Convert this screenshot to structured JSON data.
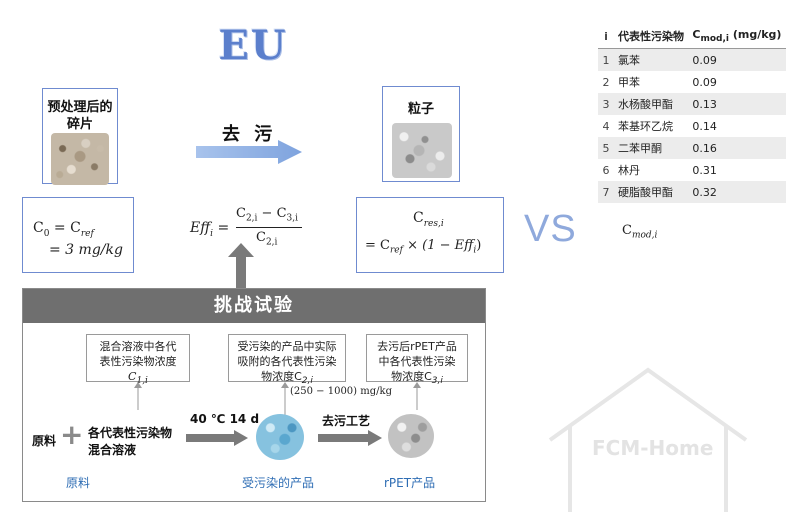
{
  "title": "EU",
  "fragments_card": {
    "title_line1": "预处理后的",
    "title_line2": "碎片"
  },
  "pellets_card": {
    "title": "粒子"
  },
  "decontam_arrow_label": "去 污",
  "formula_c0": {
    "line1_lhs": "C",
    "line1_lhs_sub": "0",
    "line1_rhs": "C",
    "line1_rhs_sub": "ref",
    "line2": "= 3 mg/kg"
  },
  "formula_eff": {
    "lhs": "Eff",
    "lhs_sub": "i",
    "num_a": "C",
    "num_a_sub": "2,i",
    "num_b": "C",
    "num_b_sub": "3,i",
    "den": "C",
    "den_sub": "2,i"
  },
  "formula_res": {
    "line1": "C",
    "line1_sub": "res,i",
    "line2_a": "= C",
    "line2_a_sub": "ref",
    "line2_b": "× (1 − Eff",
    "line2_b_sub": "i",
    "line2_c": ")"
  },
  "vs_label": "VS",
  "cmod_label": {
    "main": "C",
    "sub": "mod,i"
  },
  "table": {
    "header_idx": "i",
    "header_name": "代表性污染物",
    "header_value_main": "C",
    "header_value_sub": "mod,i",
    "header_value_unit": "(mg/kg)",
    "rows": [
      {
        "i": "1",
        "name": "氯苯",
        "value": "0.09"
      },
      {
        "i": "2",
        "name": "甲苯",
        "value": "0.09"
      },
      {
        "i": "3",
        "name": "水杨酸甲酯",
        "value": "0.13"
      },
      {
        "i": "4",
        "name": "苯基环乙烷",
        "value": "0.14"
      },
      {
        "i": "5",
        "name": "二苯甲酮",
        "value": "0.16"
      },
      {
        "i": "6",
        "name": "林丹",
        "value": "0.31"
      },
      {
        "i": "7",
        "name": "硬脂酸甲酯",
        "value": "0.32"
      }
    ]
  },
  "challenge": {
    "header": "挑战试验",
    "box1": {
      "line1": "混合溶液中各代",
      "line2": "表性污染物浓度",
      "line3": "C",
      "line3_sub": "1,i"
    },
    "box2": {
      "line1": "受污染的产品中实际",
      "line2": "吸附的各代表性污染",
      "line3": "物浓度C",
      "line3_sub": "2,i"
    },
    "box3": {
      "line1": "去污后rPET产品",
      "line2": "中各代表性污染",
      "line3": "物浓度C",
      "line3_sub": "3,i"
    },
    "range_label": "(250 − 1000) mg/kg",
    "raw_material": "原料",
    "plus": "+",
    "solution_line1": "各代表性污染物",
    "solution_line2": "混合溶液",
    "condition": "40 ℃ 14 d",
    "process": "去污工艺",
    "label_raw": "原料",
    "label_contaminated": "受污染的产品",
    "label_rpet": "rPET产品"
  },
  "watermark": "FCM-Home",
  "colors": {
    "accent_blue": "#5b7fcc",
    "header_gray": "#6f6f6f",
    "label_blue": "#2e6db4"
  }
}
